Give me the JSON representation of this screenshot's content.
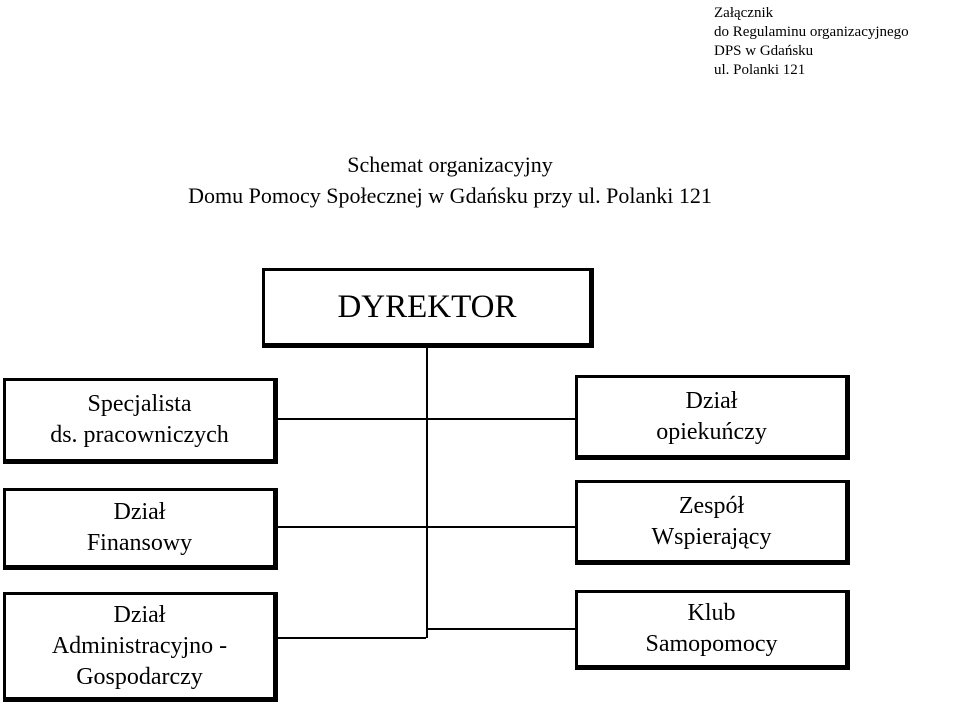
{
  "attachment": {
    "line1": "Załącznik",
    "line2": "do Regulaminu organizacyjnego",
    "line3": "DPS w Gdańsku",
    "line4": "ul. Polanki 121"
  },
  "title": {
    "line1": "Schemat organizacyjny",
    "line2": "Domu Pomocy Społecznej w Gdańsku przy ul. Polanki 121"
  },
  "org": {
    "director": "DYREKTOR",
    "left": [
      {
        "line1": "Specjalista",
        "line2": "ds. pracowniczych"
      },
      {
        "line1": "Dział",
        "line2": "Finansowy"
      },
      {
        "line1": "Dział",
        "line2": "Administracyjno -",
        "line3": "Gospodarczy"
      }
    ],
    "right": [
      {
        "line1": "Dział",
        "line2": "opiekuńczy"
      },
      {
        "line1": "Zespół",
        "line2": "Wspierający"
      },
      {
        "line1": "Klub",
        "line2": "Samopomocy"
      }
    ]
  }
}
